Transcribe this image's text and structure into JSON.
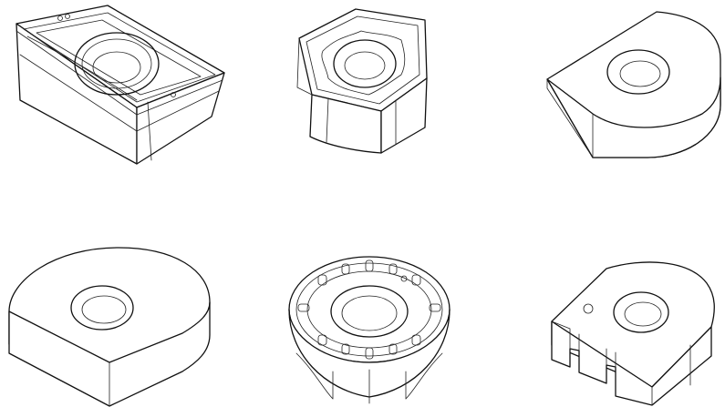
{
  "scene": {
    "background": "#ffffff",
    "line_color": "#111111",
    "items": [
      {
        "id": "insert-1",
        "icon": "rectangular-milling-insert-icon"
      },
      {
        "id": "insert-2",
        "icon": "hexagonal-milling-insert-icon"
      },
      {
        "id": "insert-3",
        "icon": "round-chamfered-insert-icon"
      },
      {
        "id": "insert-4",
        "icon": "round-flat-insert-icon"
      },
      {
        "id": "insert-5",
        "icon": "round-serrated-insert-icon"
      },
      {
        "id": "insert-6",
        "icon": "round-notched-insert-icon"
      }
    ]
  }
}
